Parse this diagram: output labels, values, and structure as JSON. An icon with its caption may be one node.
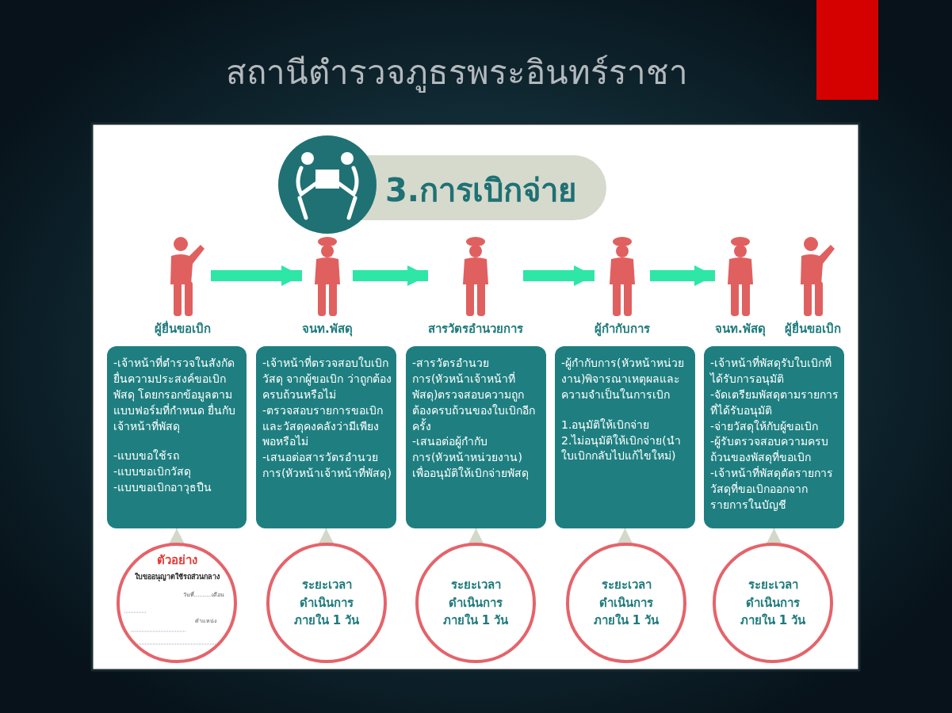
{
  "diagram": {
    "title": "3.การเบิกจ่าย",
    "nodes": [
      {
        "text": [
          "ผู้ยื่นขอเบิก"
        ]
      },
      {
        "text": [
          "จนท.พัสดุ"
        ]
      },
      {
        "text": [
          "สารวัตรอำนวยการ"
        ]
      },
      {
        "text": [
          "ผู้กำกับการ"
        ]
      },
      {
        "text": [
          "จนท.พัสดุ"
        ]
      },
      {
        "text": [
          "ผู้ยื่นขอเบิก"
        ]
      },
      {
        "text": [
          "-เจ้าหน้าที่ตำรวจในสังกัดยื่นความประสงค์ขอเบิกพัสดุ โดยกรอกข้อมูลตามแบบฟอร์มที่กำหนด ยื่นกับเจ้าหน้าที่พัสดุ",
          "-แบบขอใช้รถ",
          "-แบบขอเบิกวัสดุ",
          "-แบบขอเบิกอาวุธปืน"
        ]
      },
      {
        "text": [
          "-เจ้าหน้าที่ตรวจสอบใบเบิกวัสดุ จากผู้ขอเบิก ว่าถูกต้องครบถ้วนหรือไม่",
          "-ตรวจสอบรายการขอเบิกและวัสดุคงคลังว่ามีเพียงพอหรือไม่",
          "-เสนอต่อสารวัตรอำนวยการ(หัวหน้าเจ้าหน้าที่พัสดุ)"
        ]
      },
      {
        "text": [
          "-สารวัตรอำนวยการ(หัวหน้าเจ้าหน้าที่พัสดุ)ตรวจสอบความถูกต้องครบถ้วนของใบเบิกอีกครั้ง",
          "-เสนอต่อผู้กำกับการ(หัวหน้าหน่วยงาน) เพื่ออนุมัติให้เบิกจ่ายพัสดุ"
        ]
      },
      {
        "text": [
          "-ผู้กำกับการ(หัวหน้าหน่วยงาน)พิจารณาเหตุผลและความจำเป็นในการเบิก",
          "1.อนุมัติให้เบิกจ่าย",
          "2.ไม่อนุมัติให้เบิกจ่าย(นำใบเบิกกลับไปแก้ไขใหม่)"
        ]
      },
      {
        "text": [
          "-เจ้าหน้าที่พัสดุรับใบเบิกที่ได้รับการอนุมัติ",
          "-จัดเตรียมพัสดุตามรายการที่ได้รับอนุมัติ",
          "-จ่ายวัสดุให้กับผู้ขอเบิก",
          "-ผู้รับตรวจสอบความครบถ้วนของพัสดุที่ขอเบิก",
          "-เจ้าหน้าที่พัสดุตัดรายการวัสดุที่ขอเบิกออกจากรายการในบัญชี"
        ]
      },
      {
        "text": [
          "ตัวอย่าง",
          "ใบขออนุญาตใช้รถส่วนกลาง",
          "วันที่..........เดือน",
          "ตำแหน่ง"
        ]
      },
      {
        "text": [
          "ระยะเวลาดำเนินการภายใน 1 วัน"
        ]
      },
      {
        "text": [
          "ระยะเวลาดำเนินการภายใน 1 วัน"
        ]
      },
      {
        "text": [
          "ระยะเวลาดำเนินการภายใน 1 วัน"
        ]
      },
      {
        "text": [
          "ระยะเวลาดำเนินการภายใน 1 วัน"
        ]
      }
    ],
    "edges": [
      {
        "from": 0,
        "to": 1,
        "arrow": "to",
        "style": "thick",
        "color": "#2ee6a6"
      },
      {
        "from": 1,
        "to": 2,
        "arrow": "to",
        "style": "thick",
        "color": "#2ee6a6"
      },
      {
        "from": 2,
        "to": 3,
        "arrow": "to",
        "style": "thick",
        "color": "#2ee6a6"
      },
      {
        "from": 3,
        "to": 4,
        "arrow": "to",
        "style": "thick",
        "color": "#2ee6a6"
      },
      {
        "from": 11,
        "to": 6,
        "arrow": "to"
      },
      {
        "from": 12,
        "to": 7,
        "arrow": "to"
      },
      {
        "from": 13,
        "to": 8,
        "arrow": "to"
      },
      {
        "from": 14,
        "to": 9,
        "arrow": "to"
      },
      {
        "from": 15,
        "to": 10,
        "arrow": "to"
      }
    ],
    "labels": [
      "สถานีตำรวจภูธรพระอินทร์ราชา"
    ]
  }
}
